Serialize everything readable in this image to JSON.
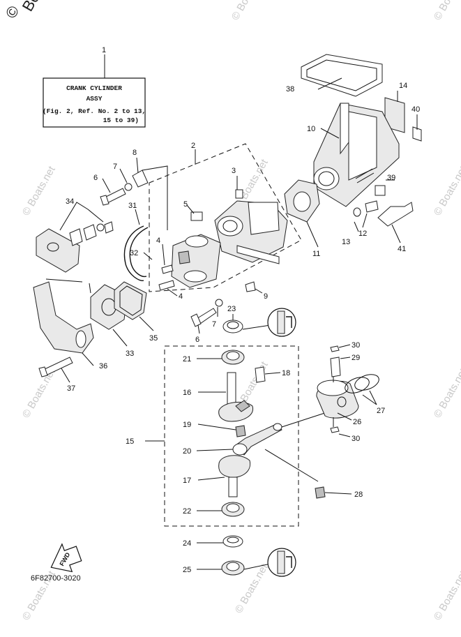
{
  "watermark": {
    "copyright_symbol": "©",
    "corner_text": "Bo",
    "repeat_text": "© Boats.net"
  },
  "assy_box": {
    "callout": "1",
    "line1": "CRANK CYLINDER",
    "line2": "ASSY",
    "line3": "(Fig. 2, Ref. No. 2 to 13,",
    "line4": "15 to 39)"
  },
  "diagram_code": "6F82700-3020",
  "fwd_label": "FWD",
  "callouts": {
    "c2": "2",
    "c3": "3",
    "c4a": "4",
    "c4b": "4",
    "c5": "5",
    "c6a": "6",
    "c6b": "6",
    "c7a": "7",
    "c7b": "7",
    "c8": "8",
    "c9": "9",
    "c10": "10",
    "c11": "11",
    "c12": "12",
    "c13": "13",
    "c14": "14",
    "c15": "15",
    "c16": "16",
    "c17": "17",
    "c18": "18",
    "c19": "19",
    "c20": "20",
    "c21": "21",
    "c22": "22",
    "c23": "23",
    "c24": "24",
    "c25": "25",
    "c26": "26",
    "c27": "27",
    "c28": "28",
    "c29": "29",
    "c30a": "30",
    "c30b": "30",
    "c31": "31",
    "c32": "32",
    "c33": "33",
    "c34": "34",
    "c35": "35",
    "c36": "36",
    "c37": "37",
    "c38": "38",
    "c39": "39",
    "c40": "40",
    "c41": "41"
  }
}
